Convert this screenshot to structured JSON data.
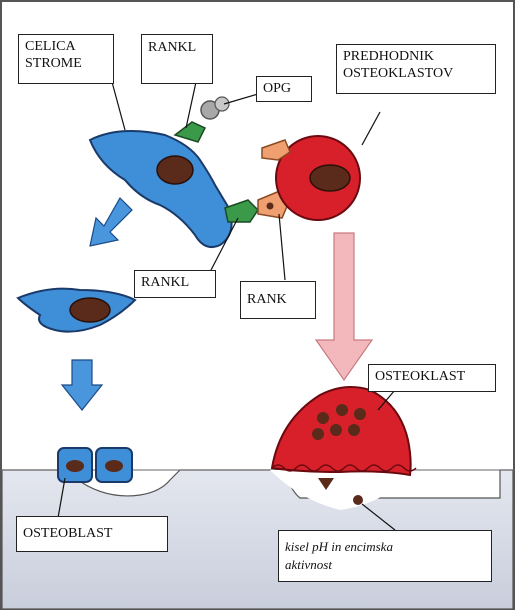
{
  "labels": {
    "stromal_cell": "CELICA\nSTROME",
    "rankl_top": "RANKL",
    "opg": "OPG",
    "osteoclast_precursor": "PREDHODNIK\nOSTEOKLASTOV",
    "rankl_bottom": "RANKL",
    "rank": "RANK",
    "osteoclast": "OSTEOKLAST",
    "osteoblast": "OSTEOBLAST",
    "acid_note": "kisel pH in encimska\naktivnost"
  },
  "colors": {
    "stromal_blue": "#3f8fd8",
    "osteoclast_red": "#d8202a",
    "nucleus_brown": "#5a2a1a",
    "rankl_green": "#3a9a4a",
    "rank_orange": "#f0a070",
    "opg_gray": "#a8a8a8",
    "pink_arrow": "#f3b8bc",
    "blue_arrow": "#4a96dd",
    "bone_surface": "#d9dde8"
  }
}
